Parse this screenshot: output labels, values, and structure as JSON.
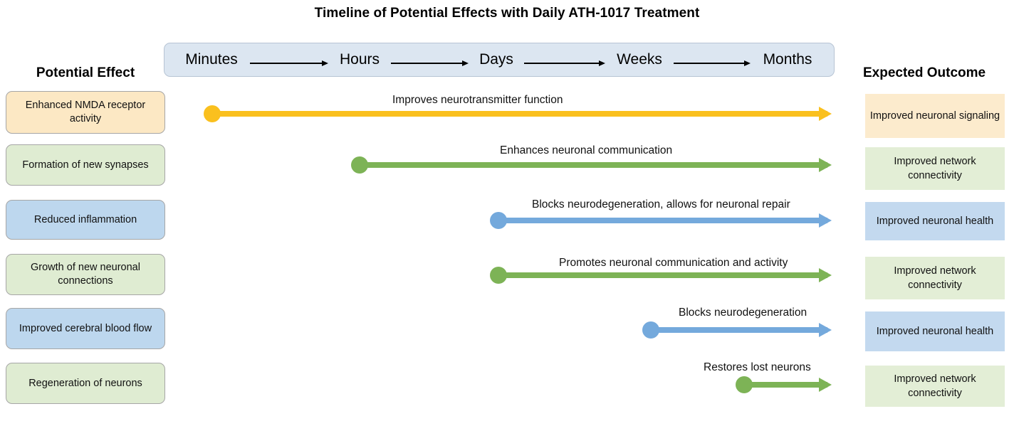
{
  "title": "Timeline of Potential Effects with Daily ATH-1017 Treatment",
  "columns": {
    "left_header": "Potential Effect",
    "right_header": "Expected Outcome"
  },
  "timeline": {
    "stages": [
      "Minutes",
      "Hours",
      "Days",
      "Weeks",
      "Months"
    ],
    "background_color": "#dce6f1",
    "border_color": "#b7c4d4"
  },
  "colors": {
    "yellow": "#fac01e",
    "green": "#7db356",
    "blue": "#74a9dc",
    "box_yellow_fill": "#fce8c4",
    "box_green_fill": "#dfecd2",
    "box_blue_fill": "#bdd7ee",
    "box_border": "#a6a6a6",
    "outcome_yellow_fill": "#fcebcd",
    "outcome_green_fill": "#e3eed6",
    "outcome_blue_fill": "#c3d9ef"
  },
  "rows": [
    {
      "effect": "Enhanced NMDA receptor activity",
      "effect_color": "yellow",
      "label": "Improves neurotransmitter function",
      "arrow_color": "yellow",
      "start_stage": "Minutes",
      "end_stage": "Months",
      "outcome": "Improved neuronal signaling",
      "outcome_color": "yellow"
    },
    {
      "effect": "Formation of new synapses",
      "effect_color": "green",
      "label": "Enhances neuronal communication",
      "arrow_color": "green",
      "start_stage": "Hours",
      "end_stage": "Months",
      "outcome": "Improved network connectivity",
      "outcome_color": "green"
    },
    {
      "effect": "Reduced inflammation",
      "effect_color": "blue",
      "label": "Blocks neurodegeneration, allows for neuronal repair",
      "arrow_color": "blue",
      "start_stage": "Days",
      "end_stage": "Months",
      "outcome": "Improved neuronal health",
      "outcome_color": "blue"
    },
    {
      "effect": "Growth of new neuronal connections",
      "effect_color": "green",
      "label": "Promotes neuronal communication and activity",
      "arrow_color": "green",
      "start_stage": "Days",
      "end_stage": "Months",
      "outcome": "Improved network connectivity",
      "outcome_color": "green"
    },
    {
      "effect": "Improved cerebral blood flow",
      "effect_color": "blue",
      "label": "Blocks neurodegeneration",
      "arrow_color": "blue",
      "start_stage": "Weeks",
      "end_stage": "Months",
      "outcome": "Improved neuronal health",
      "outcome_color": "blue"
    },
    {
      "effect": "Regeneration of neurons",
      "effect_color": "green",
      "label": "Restores lost neurons",
      "arrow_color": "green",
      "start_stage": "Months",
      "end_stage": "Months",
      "outcome": "Improved network connectivity",
      "outcome_color": "green"
    }
  ]
}
